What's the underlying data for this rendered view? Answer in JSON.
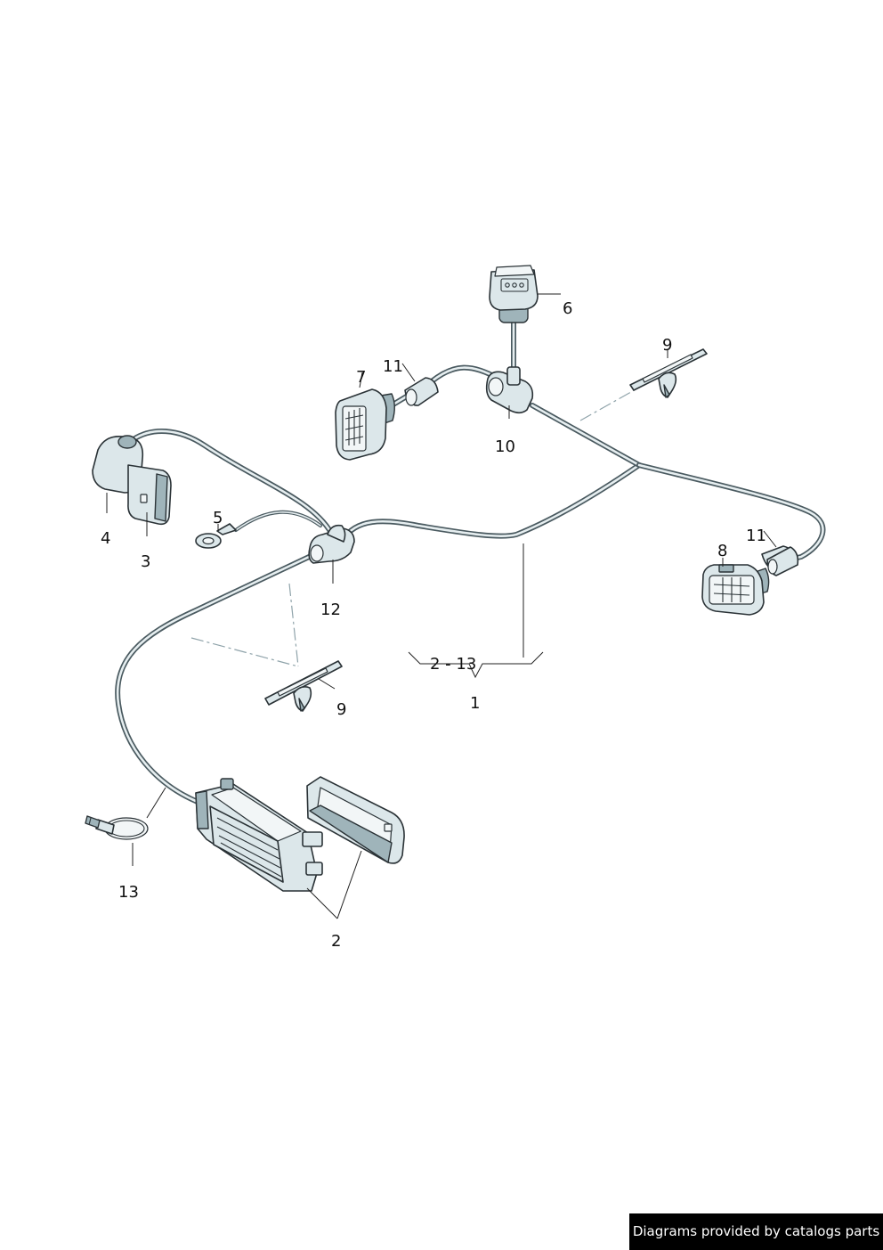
{
  "callouts": {
    "c1": "1",
    "c2": "2",
    "c3": "3",
    "c4": "4",
    "c5": "5",
    "c6": "6",
    "c7": "7",
    "c8": "8",
    "c9a": "9",
    "c9b": "9",
    "c10": "10",
    "c11a": "11",
    "c11b": "11",
    "c12": "12",
    "c13": "13",
    "range": "2 - 13"
  },
  "credit": "Diagrams provided by catalogs parts"
}
